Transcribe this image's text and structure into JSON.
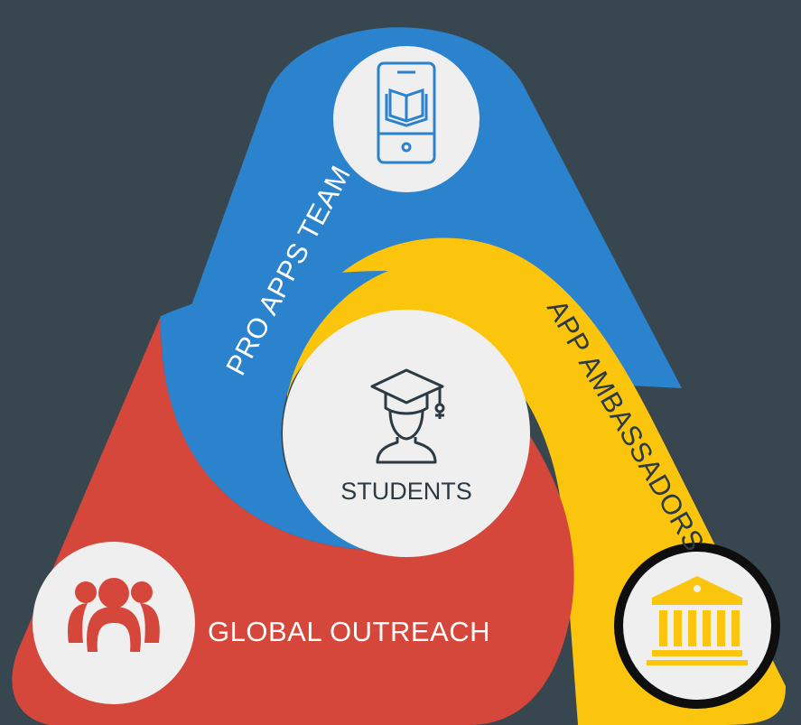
{
  "nodes": {
    "students": {
      "label": "STUDENTS"
    },
    "pro_apps_team": {
      "label": "PRO APPS TEAM"
    },
    "app_ambassadors": {
      "label": "APP AMBASSADORS"
    },
    "global_outreach": {
      "label": "GLOBAL OUTREACH"
    }
  },
  "colors": {
    "background": "#37464f",
    "blue": "#2b82cd",
    "yellow": "#fbc50e",
    "red": "#d5463b",
    "circle": "#efefef",
    "dark_ring": "#0e0e0e",
    "center_icon": "#2c3a43"
  },
  "icons": {
    "top": "mobile-book-icon",
    "center": "graduate-icon",
    "bottom_left": "group-icon",
    "bottom_right": "institution-icon"
  }
}
